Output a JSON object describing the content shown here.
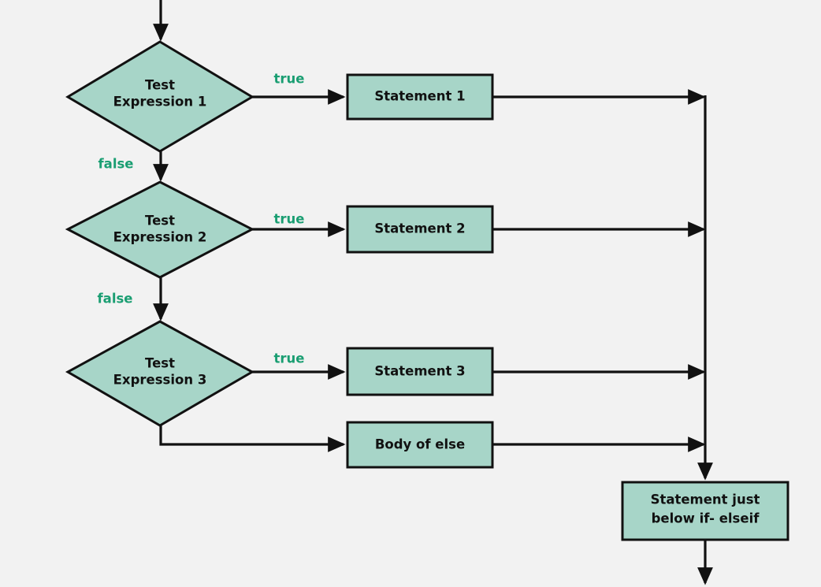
{
  "diagram": {
    "title": "if-elseif-else flowchart",
    "background_color": "#f2f2f2",
    "shape_fill_color": "#a7d5c8",
    "shape_stroke_color": "#111111",
    "label_text_color": "#111111",
    "edge_label_color": "#1a9e72"
  },
  "nodes": {
    "decision_1": {
      "line1": "Test",
      "line2": "Expression 1"
    },
    "decision_2": {
      "line1": "Test",
      "line2": "Expression 2"
    },
    "decision_3": {
      "line1": "Test",
      "line2": "Expression 3"
    },
    "statement_1": {
      "label": "Statement 1"
    },
    "statement_2": {
      "label": "Statement 2"
    },
    "statement_3": {
      "label": "Statement 3"
    },
    "body_of_else": {
      "label": "Body of else"
    },
    "exit_statement": {
      "line1": "Statement just",
      "line2": "below if- elseif"
    }
  },
  "edge_labels": {
    "true_1": "true",
    "true_2": "true",
    "true_3": "true",
    "false_1": "false",
    "false_2": "false"
  }
}
